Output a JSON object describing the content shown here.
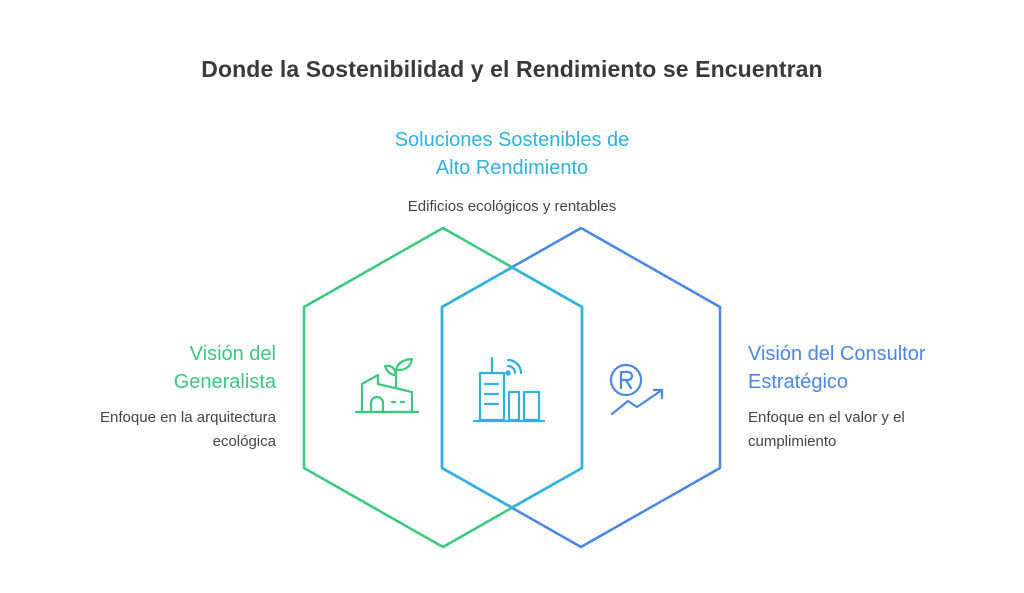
{
  "title": "Donde la Sostenibilidad y el Rendimiento se Encuentran",
  "center": {
    "heading_line1": "Soluciones Sostenibles de",
    "heading_line2": "Alto Rendimiento",
    "description": "Edificios ecológicos y rentables",
    "icon": "building-signal-icon"
  },
  "left": {
    "heading_line1": "Visión del",
    "heading_line2": "Generalista",
    "description_line1": "Enfoque en la arquitectura",
    "description_line2": "ecológica",
    "icon": "eco-factory-plant-icon"
  },
  "right": {
    "heading_line1": "Visión del Consultor",
    "heading_line2": "Estratégico",
    "description_line1": "Enfoque en el valor y el",
    "description_line2": "cumplimiento",
    "icon": "compliance-growth-icon"
  },
  "colors": {
    "green": "#3cc77f",
    "blue": "#4a86e8",
    "cyan": "#2fb0e0",
    "title": "#3a3a3a",
    "text": "#444444"
  }
}
